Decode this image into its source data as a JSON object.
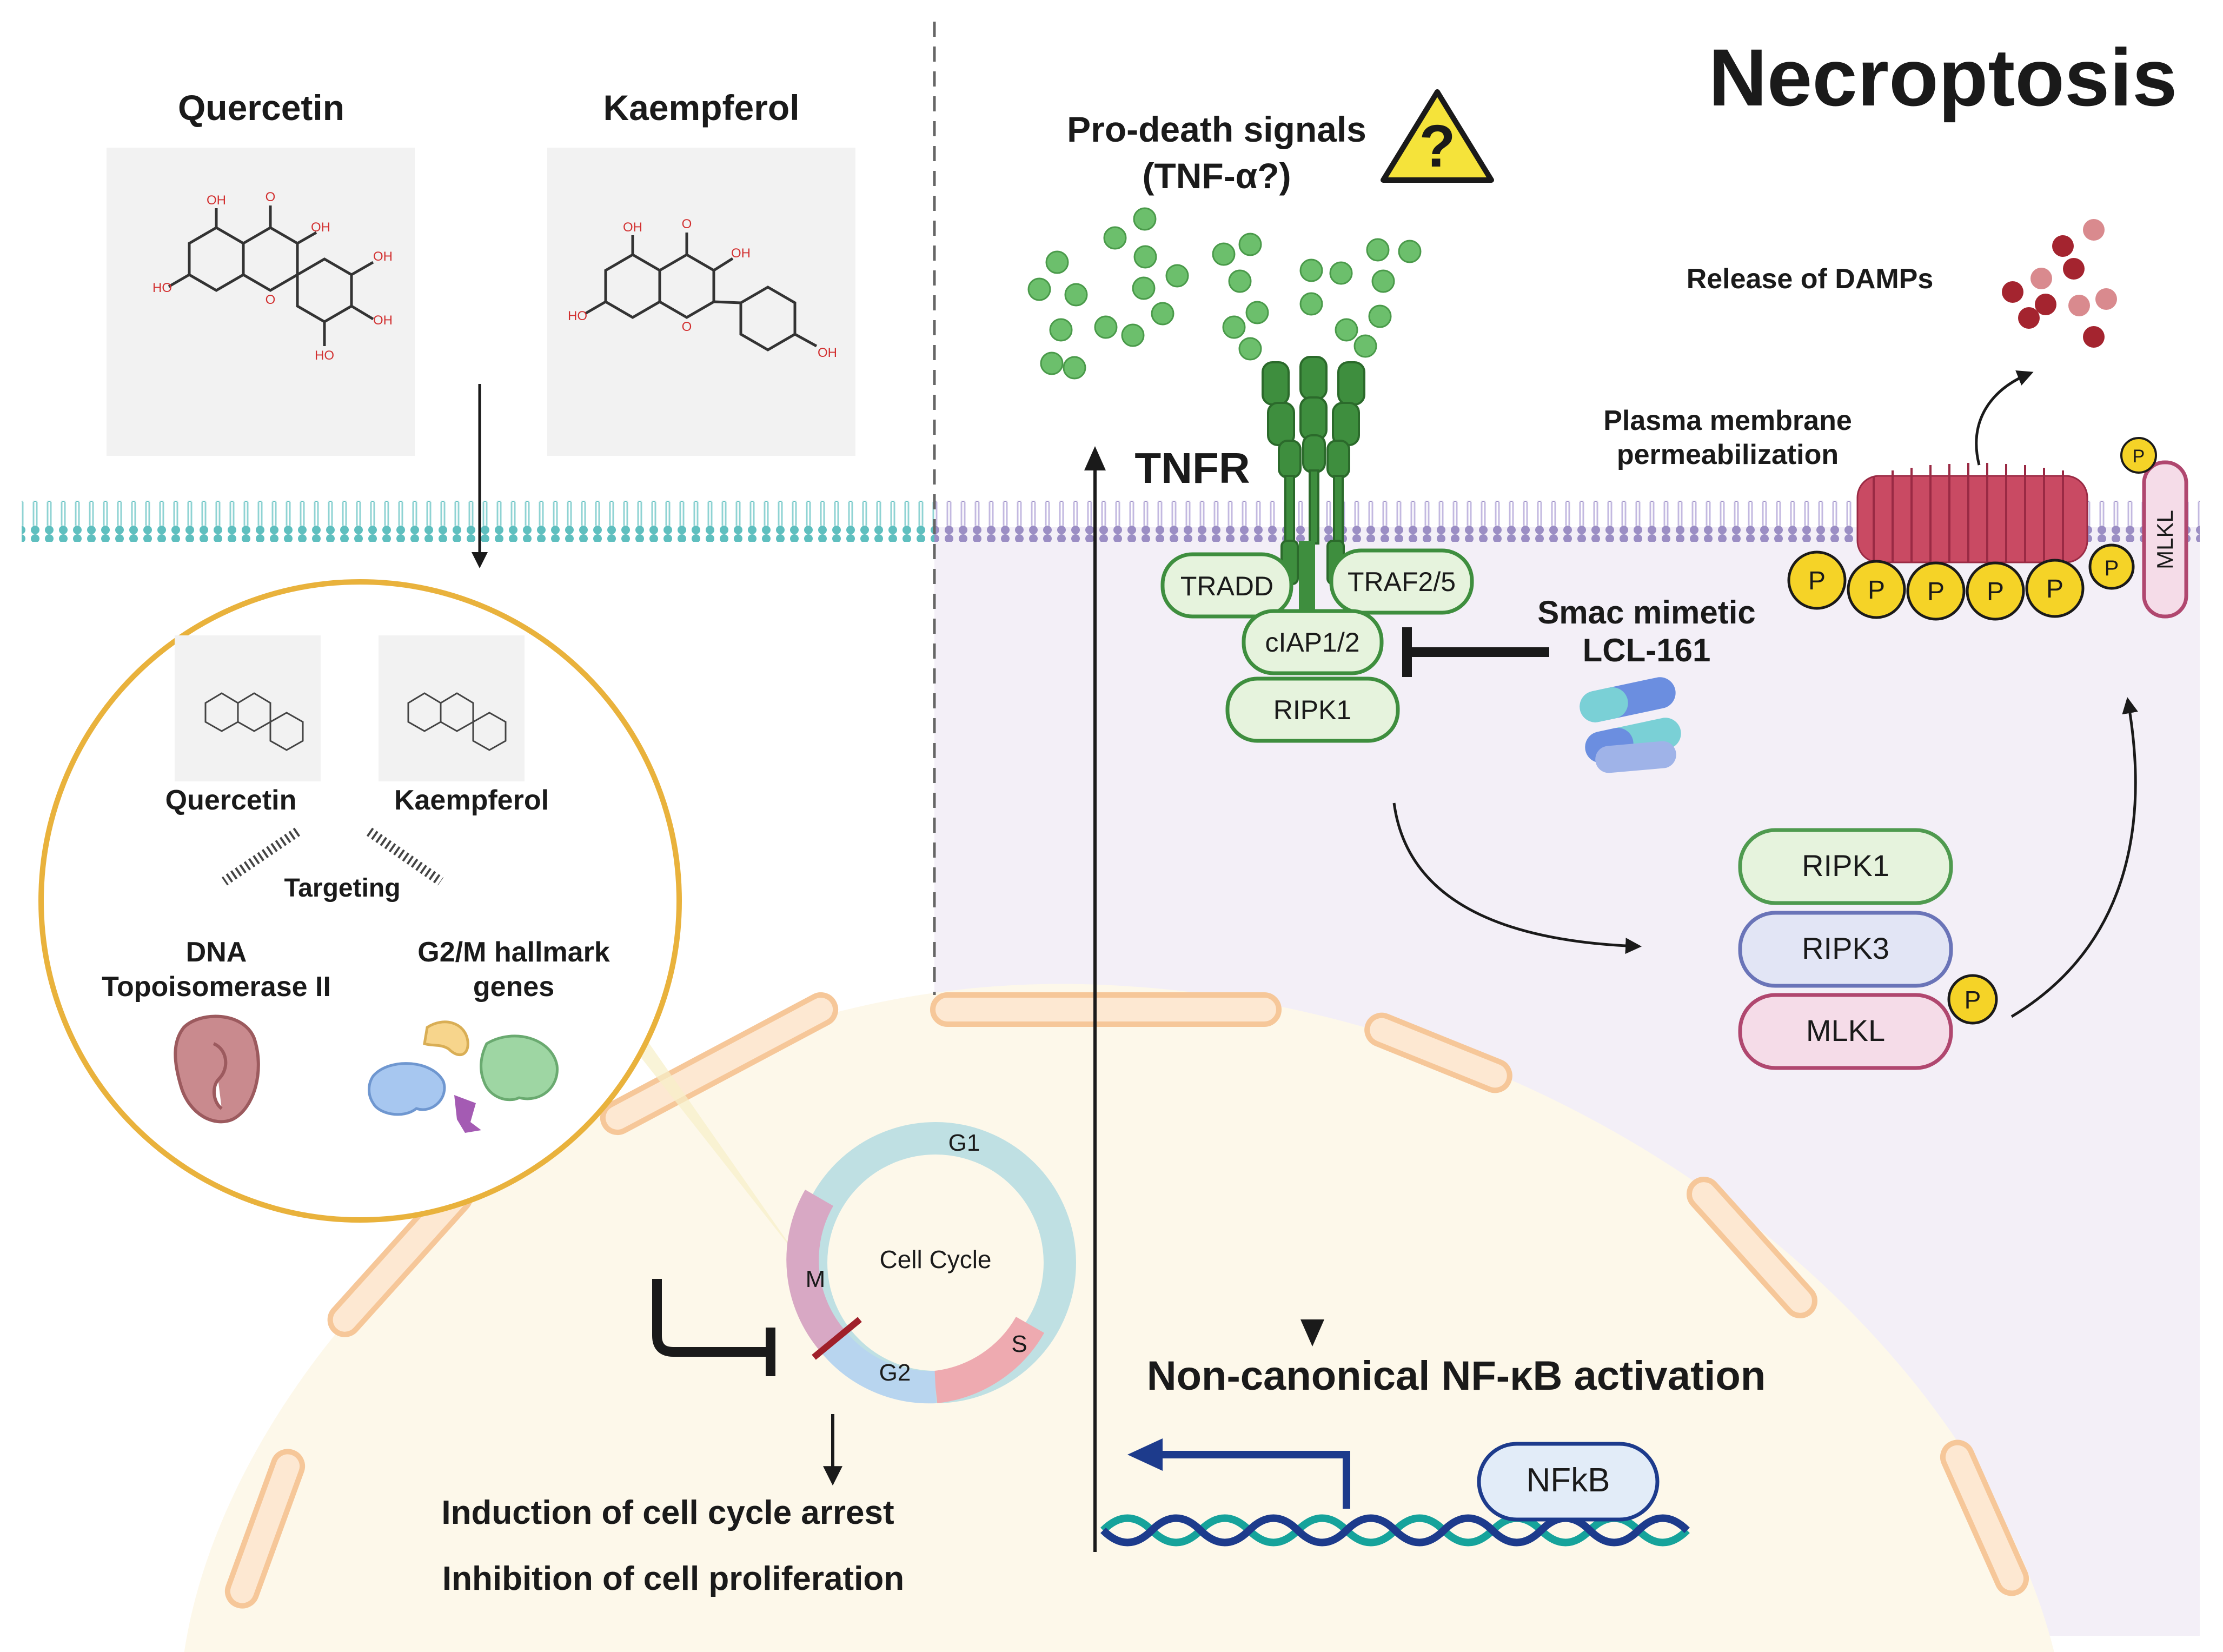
{
  "title": "Necroptosis",
  "left": {
    "compound1": "Quercetin",
    "compound2": "Kaempferol",
    "zoom": {
      "compound1": "Quercetin",
      "compound2": "Kaempferol",
      "targeting": "Targeting",
      "target1": [
        "DNA",
        "Topoisomerase II"
      ],
      "target2": [
        "G2/M hallmark",
        "genes"
      ]
    },
    "cell_cycle": {
      "center": "Cell Cycle",
      "phases": [
        "G1",
        "S",
        "G2",
        "M"
      ]
    },
    "outcome1": "Induction of cell cycle arrest",
    "outcome2": "Inhibition of cell proliferation"
  },
  "right": {
    "signals": [
      "Pro-death signals",
      "(TNF-α?)"
    ],
    "receptor": "TNFR",
    "complex": {
      "tradd": "TRADD",
      "traf": "TRAF2/5",
      "ciap": "cIAP1/2",
      "ripk1": "RIPK1"
    },
    "smac": [
      "Smac mimetic",
      "LCL-161"
    ],
    "necrosome": {
      "ripk1": "RIPK1",
      "ripk3": "RIPK3",
      "mlkl": "MLKL"
    },
    "phospho": "P",
    "membrane_mlkl": "MLKL",
    "permeabilization": [
      "Plasma membrane",
      "permeabilization"
    ],
    "damps": "Release of DAMPs",
    "nfkb_activation": "Non-canonical NF-κB activation",
    "nfkb": "NFkB"
  },
  "colors": {
    "membrane_left": "#5fbfbf",
    "membrane_right": "#9b8ec4",
    "right_bg": "#f3eff7",
    "nucleus": "#fdf8ea",
    "nucleus_pore": "#f6cfa6",
    "zoom_circle": "#e9b23c",
    "tnf": "#5cb85c",
    "receptor": "#3e8e3e",
    "ripk1": "#4f9a4f",
    "ripk3": "#6a74b8",
    "mlkl": "#b0476f",
    "phospho": "#f5d327",
    "damps": "#a4242f",
    "pore": "#c94a63",
    "dna1": "#16a39b",
    "dna2": "#1d3b8c"
  }
}
